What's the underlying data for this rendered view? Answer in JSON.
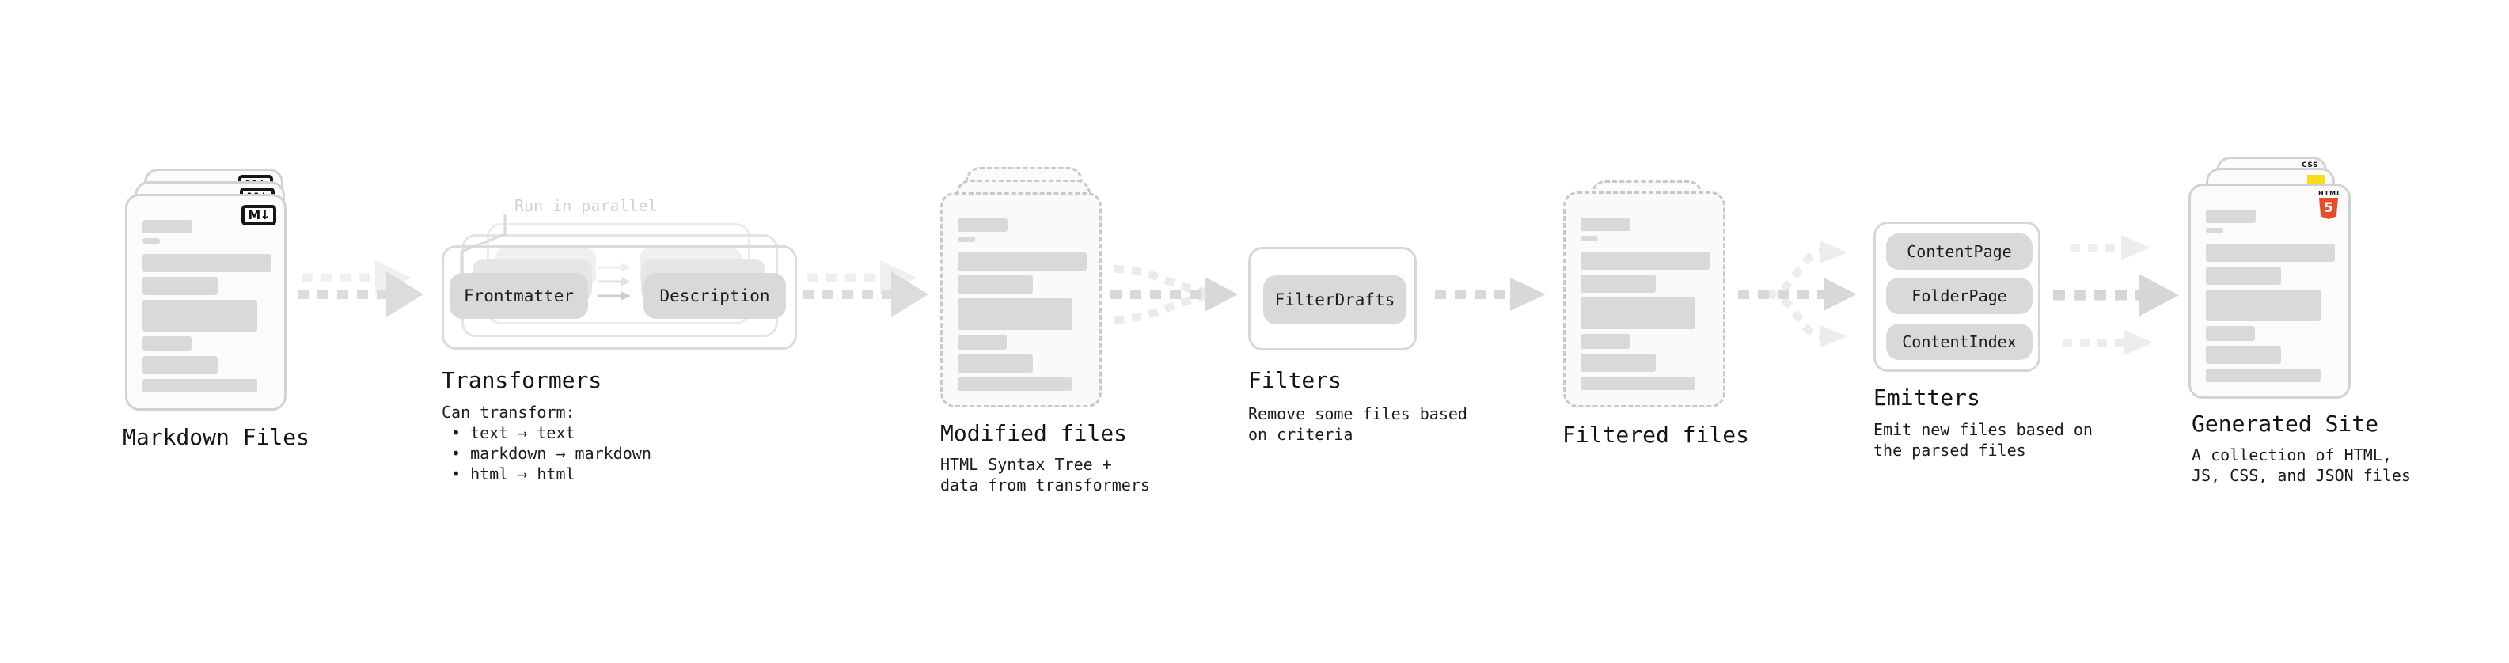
{
  "stages": {
    "markdown": {
      "title": "Markdown Files",
      "badge_label": "M↓"
    },
    "transformers": {
      "title": "Transformers",
      "annotation": "Run in parallel",
      "pill_left": "Frontmatter",
      "pill_right": "Description",
      "caption": "Can transform:",
      "bullets": [
        "• text → text",
        "• markdown → markdown",
        "• html → html"
      ]
    },
    "modified": {
      "title": "Modified files",
      "caption_line1": "HTML Syntax Tree +",
      "caption_line2": "data from transformers"
    },
    "filters": {
      "title": "Filters",
      "pill": "FilterDrafts",
      "caption_line1": "Remove some files based",
      "caption_line2": "on criteria"
    },
    "filtered": {
      "title": "Filtered files"
    },
    "emitters": {
      "title": "Emitters",
      "pills": [
        "ContentPage",
        "FolderPage",
        "ContentIndex"
      ],
      "caption_line1": "Emit new files based on",
      "caption_line2": "the parsed files"
    },
    "generated": {
      "title": "Generated Site",
      "caption_line1": "A collection of HTML,",
      "caption_line2": "JS, CSS, and JSON files",
      "badges": {
        "css_label": "CSS",
        "html_label": "HTML",
        "html_number": "5"
      }
    }
  },
  "colors": {
    "bar_gray": "#d9d9d9",
    "pill_gray": "#d9d9d9",
    "arrow_main": "#dcdcdc",
    "arrow_light": "#ededed",
    "annotation_gray": "#d2d2d2",
    "html5_orange": "#e44d26",
    "js_yellow": "#f5de19",
    "css_blue": "#2b63e8"
  }
}
